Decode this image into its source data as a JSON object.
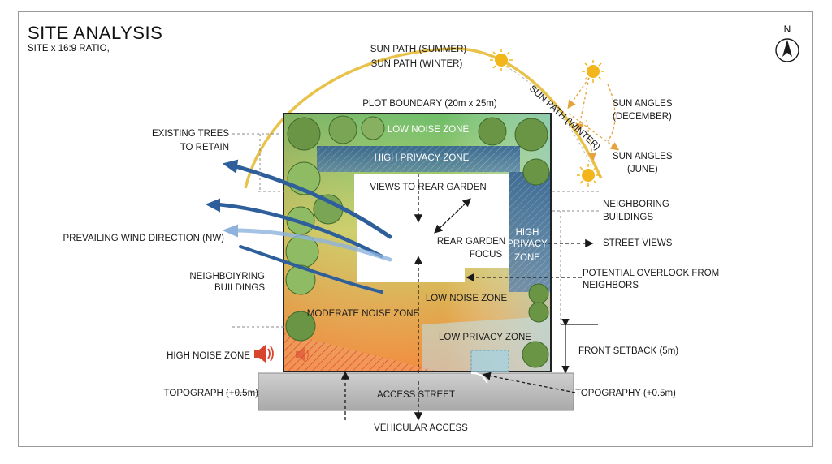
{
  "header": {
    "title": "SITE ANALYSIS",
    "subtitle": "SITE x 16:9 RATIO,"
  },
  "compass": {
    "north_label": "N"
  },
  "sun": {
    "summer_path": "SUN PATH (SUMMER)",
    "winter_path": "SUN PATH (WINTER)",
    "winter_path_arc": "SUN PATH (WINTER)",
    "angles_december_l1": "SUN ANGLES",
    "angles_december_l2": "(DECEMBER)",
    "angles_june_l1": "SUN ANGLES",
    "angles_june_l2": "(JUNE)"
  },
  "plot": {
    "boundary_label": "PLOT BOUNDARY (20m x 25m)"
  },
  "zones": {
    "low_noise_top": "LOW NOISE ZONE",
    "high_privacy_top": "HIGH PRIVACY ZONE",
    "views_rear_garden": "VIEWS TO REAR GARDEN",
    "rear_garden_l1": "REAR GARDEN",
    "rear_garden_l2": "FOCUS",
    "high_privacy_side_l1": "HIGH",
    "high_privacy_side_l2": "PRIVACY",
    "high_privacy_side_l3": "ZONE",
    "low_noise_mid": "LOW NOISE ZONE",
    "moderate_noise": "MODERATE NOISE ZONE",
    "low_privacy": "LOW PRIVACY ZONE"
  },
  "labels_left": {
    "existing_trees_l1": "EXISTING TREES",
    "existing_trees_l2": "TO RETAIN",
    "prevailing_wind": "PREVAILING WIND DIRECTION (NW)",
    "neighboring_l1": "NEIGHBOIYRING",
    "neighboring_l2": "BUILDINGS",
    "high_noise": "HIGH NOISE ZONE",
    "topograph_left": "TOPOGRAPH (+0.5m)"
  },
  "labels_right": {
    "neighboring_l1": "NEIGHBORING",
    "neighboring_l2": "BUILDINGS",
    "street_views": "STREET VIEWS",
    "overlook_l1": "POTENTIAL OVERLOOK FROM",
    "overlook_l2": "NEIGHBORS",
    "front_setback": "FRONT SETBACK (5m)",
    "topography_right": "TOPOGRAPHY (+0.5m)"
  },
  "labels_bottom": {
    "access_street": "ACCESS STREET",
    "vehicular_access": "VEHICULAR ACCESS"
  },
  "colors": {
    "sun_path": "#e8c24a",
    "sun": "#f2b51c",
    "wind": "#2e5f9a",
    "privacy": "#2f5d99",
    "noise_red": "#e0443a",
    "tree": "#6d9a4a",
    "orange_zone": "#f39a4a",
    "green_zone": "#8cc66b",
    "street": "#bdbdbd"
  }
}
